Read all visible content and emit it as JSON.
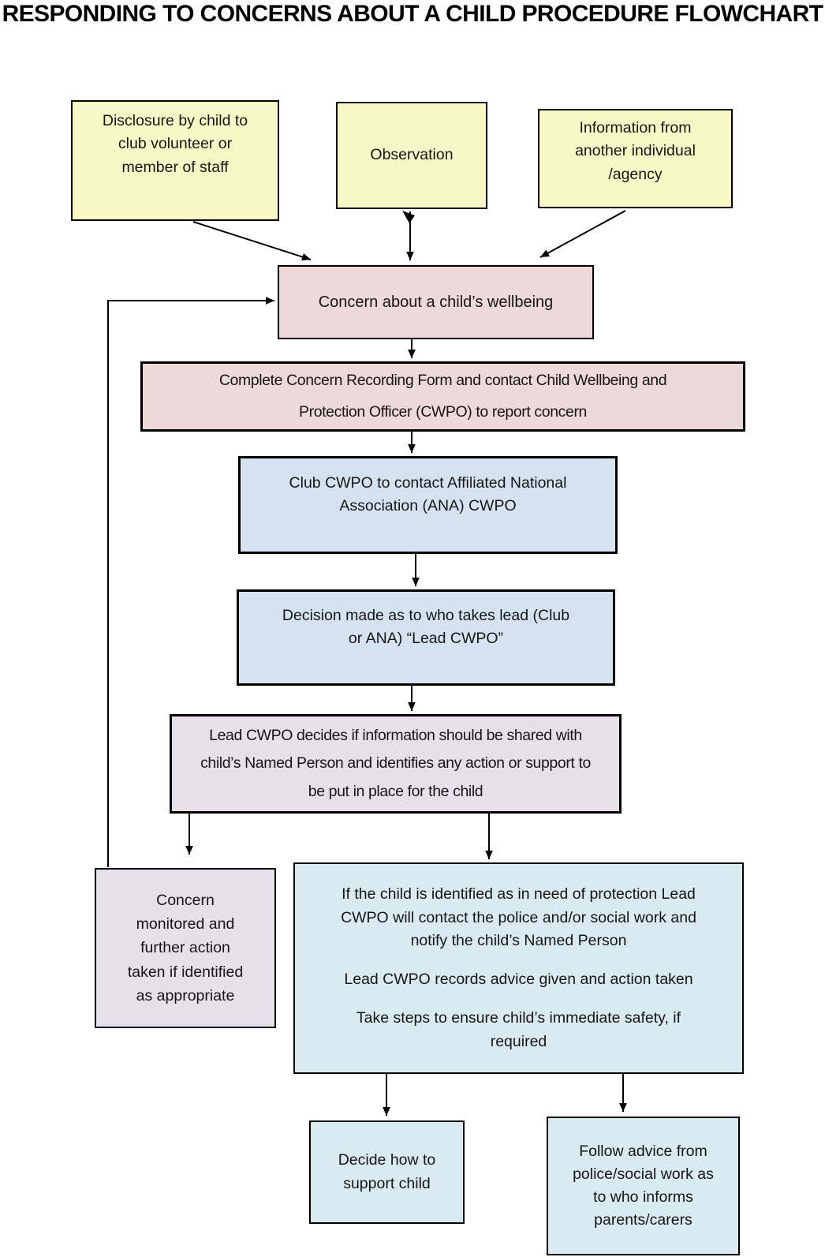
{
  "title": "RESPONDING TO CONCERNS ABOUT A CHILD PROCEDURE FLOWCHART",
  "colors": {
    "source_yellow": "#F8F8C6",
    "concern_pink": "#EED9D9",
    "process_blue": "#D5E3F0",
    "review_lavender": "#E6E0EB",
    "action_cyan": "#D9EAF1",
    "line_black": "#000000"
  },
  "nodes": {
    "disclosure": "Disclosure by child to\nclub volunteer or\nmember of staff",
    "observation": "Observation",
    "information": "Information from\nanother individual\n/agency",
    "concern": "Concern about a child’s wellbeing",
    "record": "Complete Concern Recording Form and contact Child Wellbeing and\nProtection Officer (CWPO) to report concern",
    "club_contact": "Club CWPO to contact Affiliated National\nAssociation (ANA) CWPO",
    "lead_decision": "Decision made as to who takes lead (Club\nor ANA) “Lead CWPO”",
    "share_decision": "Lead CWPO decides if information should be shared with\nchild’s Named Person and identifies any action or support to\nbe put in place for the child",
    "monitored": "Concern\nmonitored and\nfurther action\ntaken if identified\nas appropriate",
    "protection": {
      "p1": "If the child is identified as in need of protection Lead\nCWPO will contact the police and/or social work and\nnotify the child’s Named Person",
      "p2": "Lead CWPO records advice given and action taken",
      "p3": "Take steps to ensure child’s immediate safety, if\nrequired"
    },
    "support": "Decide how to\nsupport child",
    "follow": "Follow advice from\npolice/social work as\nto who informs\nparents/carers"
  }
}
